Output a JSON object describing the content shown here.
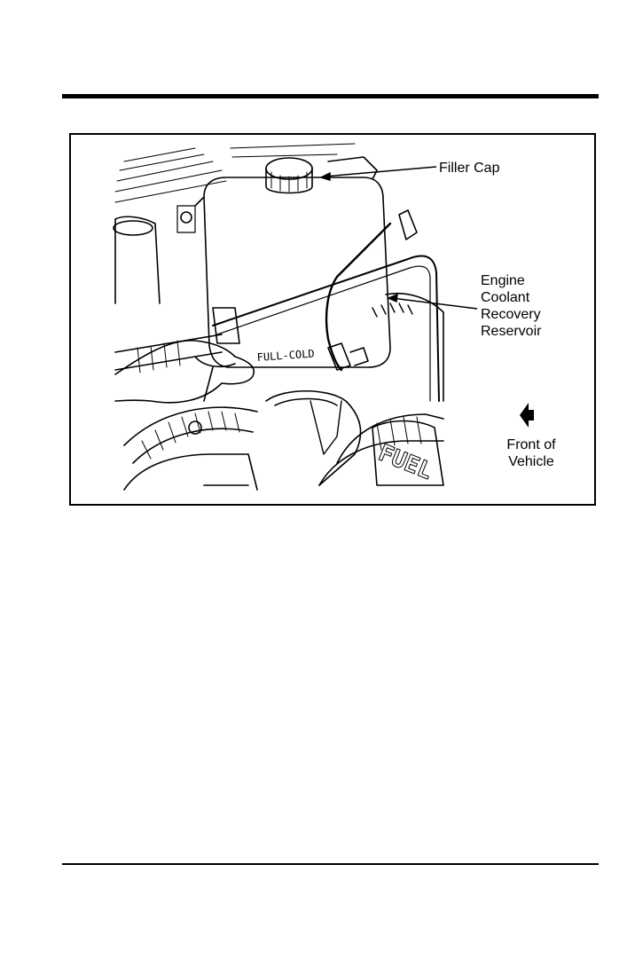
{
  "figure": {
    "labels": {
      "filler_cap": "Filler Cap",
      "reservoir_line1": "Engine",
      "reservoir_line2": "Coolant",
      "reservoir_line3": "Recovery",
      "reservoir_line4": "Reservoir",
      "front_line1": "Front of",
      "front_line2": "Vehicle"
    },
    "embossed_text": {
      "full_cold": "FULL-COLD",
      "fuel": "FUEL"
    }
  }
}
